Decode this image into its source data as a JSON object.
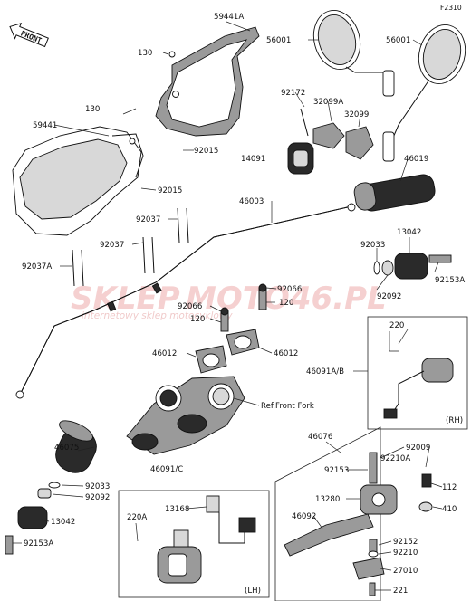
{
  "diagram": {
    "figure_code": "F2310",
    "front_label": "FRONT",
    "watermark": {
      "brand_a": "SKLEP",
      "brand_b": "MOTO46.PL",
      "tagline": "internetowy sklep motocyklowy"
    },
    "labels": {
      "p59441A": "59441A",
      "p56001_l": "56001",
      "p56001_r": "56001",
      "p130_a": "130",
      "p130_b": "130",
      "p59441": "59441",
      "p92172": "92172",
      "p32099A": "32099A",
      "p32099": "32099",
      "p92015_a": "92015",
      "p92015_b": "92015",
      "p14091": "14091",
      "p46019": "46019",
      "p46003": "46003",
      "p92037": "92037",
      "p92037_b": "92037",
      "p92037A": "92037A",
      "p13042_r": "13042",
      "p92033_r": "92033",
      "p92153A_r": "92153A",
      "p92092_r": "92092",
      "p92066_a": "92066",
      "p92066_b": "92066",
      "p120_a": "120",
      "p120_b": "120",
      "p220_rh": "220",
      "p46012_a": "46012",
      "p46012_b": "46012",
      "p46091AB": "46091A/B",
      "ref_front_fork": "Ref.Front Fork",
      "rh_tag": "(RH)",
      "p46075": "46075",
      "p92033_l": "92033",
      "p92092_l": "92092",
      "p13042_l": "13042",
      "p92153A_l": "92153A",
      "p46091C": "46091/C",
      "p13168": "13168",
      "p220A": "220A",
      "lh_tag": "(LH)",
      "p46076": "46076",
      "p92009": "92009",
      "p92153": "92153",
      "p92210A": "92210A",
      "p112": "112",
      "p13280": "13280",
      "p410": "410",
      "p46092": "46092",
      "p92152": "92152",
      "p92210": "92210",
      "p27010": "27010",
      "p221": "221"
    },
    "icons": [
      "mirror-icon",
      "hand-guard-icon",
      "handlebar-icon",
      "grip-icon",
      "switch-housing-icon",
      "clutch-lever-icon",
      "triple-clamp-icon",
      "bolt-icon",
      "front-arrow-icon"
    ]
  }
}
